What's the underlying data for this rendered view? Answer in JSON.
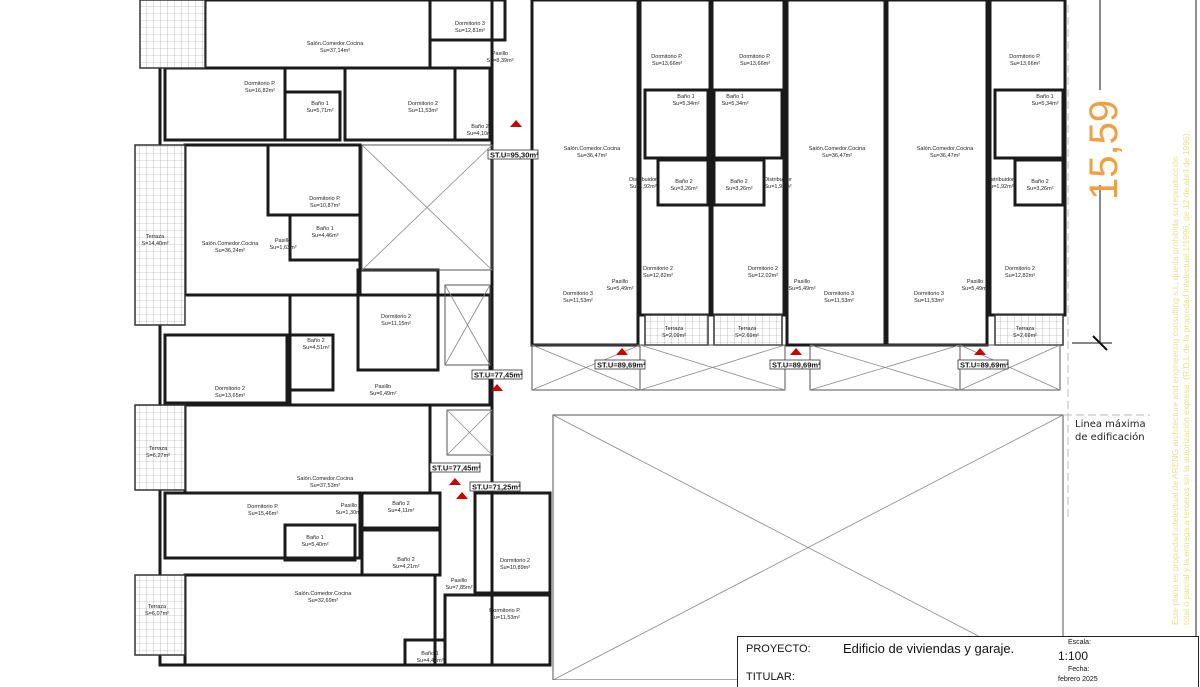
{
  "colors": {
    "walls": "#1a1a1a",
    "access_arrow": "#d00000",
    "dimension": "#f0a040",
    "watermark": "#e8e28a"
  },
  "rooms": [
    {
      "name": "Salón.Comedor.Cocina",
      "area": "Su=37,14m²"
    },
    {
      "name": "Dormitorio 3",
      "area": "Su=12,81m²"
    },
    {
      "name": "Pasillo",
      "area": "Su=8,39m²"
    },
    {
      "name": "Dormitorio P.",
      "area": "Su=16,82m²"
    },
    {
      "name": "Baño 1",
      "area": "Su=5,71m²"
    },
    {
      "name": "Dormitorio 2",
      "area": "Su=11,53m²"
    },
    {
      "name": "Baño 2",
      "area": "Su=4,10m²"
    },
    {
      "name": "Dormitorio P.",
      "area": "Su=10,87m²"
    },
    {
      "name": "Baño 1",
      "area": "Su=4,46m²"
    },
    {
      "name": "Pasillo",
      "area": "Su=1,63m²"
    },
    {
      "name": "Salón.Comedor.Cocina",
      "area": "Su=36,24m²"
    },
    {
      "name": "Terraza",
      "area": "S=14,40m²"
    },
    {
      "name": "Dormitorio 2",
      "area": "Su=11,15m²"
    },
    {
      "name": "Baño 2",
      "area": "Su=4,51m²"
    },
    {
      "name": "Dormitorio 2",
      "area": "Su=13,65m²"
    },
    {
      "name": "Pasillo",
      "area": "Su=6,49m²"
    },
    {
      "name": "Terraza",
      "area": "S=6,27m²"
    },
    {
      "name": "Salón.Comedor.Cocina",
      "area": "Su=37,53m²"
    },
    {
      "name": "Dormitorio P.",
      "area": "Su=15,46m²"
    },
    {
      "name": "Pasillo",
      "area": "Su=1,30m²"
    },
    {
      "name": "Baño 2",
      "area": "Su=4,11m²"
    },
    {
      "name": "Baño 1",
      "area": "Su=5,40m²"
    },
    {
      "name": "Baño 2",
      "area": "Su=4,21m²"
    },
    {
      "name": "Dormitorio 2",
      "area": "Su=10,89m²"
    },
    {
      "name": "Pasillo",
      "area": "Su=7,85m²"
    },
    {
      "name": "Salón.Comedor.Cocina",
      "area": "Su=32,69m²"
    },
    {
      "name": "Terraza",
      "area": "S=6,07m²"
    },
    {
      "name": "Dormitorio P.",
      "area": "Su=11,53m²"
    },
    {
      "name": "Baño 1",
      "area": "Su=4,48m²"
    },
    {
      "name": "Salón.Comedor.Cocina",
      "area": "Su=36,47m²"
    },
    {
      "name": "Dormitorio 3",
      "area": "Su=11,53m²"
    },
    {
      "name": "Pasillo",
      "area": "Su=5,49m²"
    },
    {
      "name": "Dormitorio P.",
      "area": "Su=13,66m²"
    },
    {
      "name": "Baño 1",
      "area": "Su=5,34m²"
    },
    {
      "name": "Distribuidor",
      "area": "Su=1,92m²"
    },
    {
      "name": "Baño 2",
      "area": "Su=3,26m²"
    },
    {
      "name": "Dormitorio 2",
      "area": "Su=12,82m²"
    },
    {
      "name": "Terraza",
      "area": "S=2,09m²"
    },
    {
      "name": "Dormitorio P.",
      "area": "Su=13,66m²"
    },
    {
      "name": "Baño 1",
      "area": "Su=5,34m²"
    },
    {
      "name": "Baño 2",
      "area": "Su=3,26m²"
    },
    {
      "name": "Distribuidor",
      "area": "Su=1,92m²"
    },
    {
      "name": "Dormitorio 2",
      "area": "Su=12,02m²"
    },
    {
      "name": "Terraza",
      "area": "S=2,69m²"
    },
    {
      "name": "Pasillo",
      "area": "Su=5,49m²"
    },
    {
      "name": "Salón.Comedor.Cocina",
      "area": "Su=36,47m²"
    },
    {
      "name": "Dormitorio 3",
      "area": "Su=11,53m²"
    },
    {
      "name": "Salón.Comedor.Cocina",
      "area": "Su=36,47m²"
    },
    {
      "name": "Dormitorio 3",
      "area": "Su=11,53m²"
    },
    {
      "name": "Pasillo",
      "area": "Su=5,49m²"
    },
    {
      "name": "Dormitorio P.",
      "area": "Su=13,66m²"
    },
    {
      "name": "Baño 1",
      "area": "Su=5,34m²"
    },
    {
      "name": "Distribuidor",
      "area": "Su=1,92m²"
    },
    {
      "name": "Baño 2",
      "area": "Su=3,26m²"
    },
    {
      "name": "Dormitorio 2",
      "area": "Su=12,82m²"
    },
    {
      "name": "Terraza",
      "area": "S=2,69m²"
    }
  ],
  "units": [
    "ST.U=95,30m²",
    "ST.U=77,45m²",
    "ST.U=77,45m²",
    "ST.U=71,25m²",
    "ST.U=89,69m²",
    "ST.U=89,69m²",
    "ST.U=89,69m²"
  ],
  "dimension": "15,59",
  "max_line": {
    "line1": "Linea máxima",
    "line2": "de edificación"
  },
  "watermark": {
    "line1": "Este plano es propiedad intelectual de ARENG architecture and engineering consulting s.l., queda prohibida su reproducción",
    "line2": "total o parcial y la entrega a terceros sin la autorización expresa. (R.D.L de la propiedad intelectual 1/1996, de 12 de abril de 1996)."
  },
  "title_block": {
    "proyecto_label": "PROYECTO:",
    "proyecto": "Edificio de viviendas y garaje.",
    "escala_label": "Escala:",
    "escala": "1:100",
    "fecha_label": "Fecha:",
    "fecha": "febrero 2025",
    "titular_label": "TITULAR:"
  }
}
